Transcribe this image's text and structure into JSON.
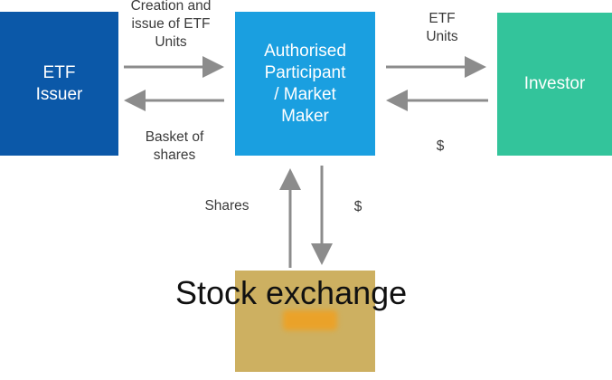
{
  "nodes": {
    "issuer": "ETF\nIssuer",
    "ap": "Authorised\nParticipant\n/ Market\nMaker",
    "investor": "Investor",
    "exchange": "Stock exchange"
  },
  "edges": {
    "issuer_to_ap": "Creation and\nissue of ETF\nUnits",
    "ap_to_issuer": "Basket of\nshares",
    "ap_to_investor": "ETF\nUnits",
    "investor_to_ap": "$",
    "exchange_to_ap": "Shares",
    "ap_to_exchange": "$"
  },
  "colors": {
    "issuer": "#0b58a8",
    "ap": "#1a9fe0",
    "investor": "#33c49b",
    "exchange": "#cdb061",
    "arrow": "#8c8c8c"
  }
}
